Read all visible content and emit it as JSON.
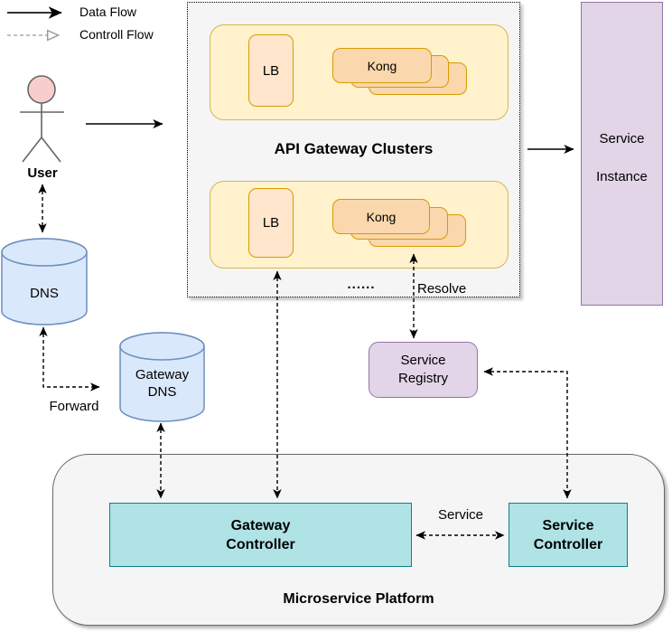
{
  "legend": {
    "data_flow_label": "Data Flow",
    "control_flow_label": "Controll Flow"
  },
  "actor": {
    "label": "User"
  },
  "gateway_clusters": {
    "title": "API Gateway Clusters",
    "ellipsis": "......",
    "clusters": [
      {
        "lb_label": "LB",
        "kong_label": "Kong"
      },
      {
        "lb_label": "LB",
        "kong_label": "Kong"
      }
    ]
  },
  "service_instance": {
    "line1": "Service",
    "line2": "Instance"
  },
  "dns": {
    "label": "DNS"
  },
  "gateway_dns": {
    "line1": "Gateway",
    "line2": "DNS"
  },
  "service_registry": {
    "line1": "Service",
    "line2": "Registry"
  },
  "platform": {
    "title": "Microservice Platform",
    "gateway_controller": {
      "line1": "Gateway",
      "line2": "Controller"
    },
    "service_controller": {
      "line1": "Service",
      "line2": "Controller"
    }
  },
  "edge_labels": {
    "resolve": "Resolve",
    "forward": "Forward",
    "service": "Service"
  },
  "colors": {
    "canvas": "#ffffff",
    "container_fill": "#f5f5f5",
    "cluster_fill": "#fff2cc",
    "cluster_border": "#d6b656",
    "lb_fill": "#ffe6cc",
    "kong_fill": "#fad7ac",
    "orange_border": "#d79b00",
    "purple_fill": "#e1d5e7",
    "purple_border": "#9673a6",
    "blue_fill": "#dae8fc",
    "blue_border": "#6c8ebf",
    "teal_fill": "#b0e3e6",
    "teal_border": "#0e8088",
    "platform_border": "#666666",
    "actor_head_fill": "#f8cecc",
    "arrow_color": "#000000",
    "legend_control_color": "#999999"
  }
}
